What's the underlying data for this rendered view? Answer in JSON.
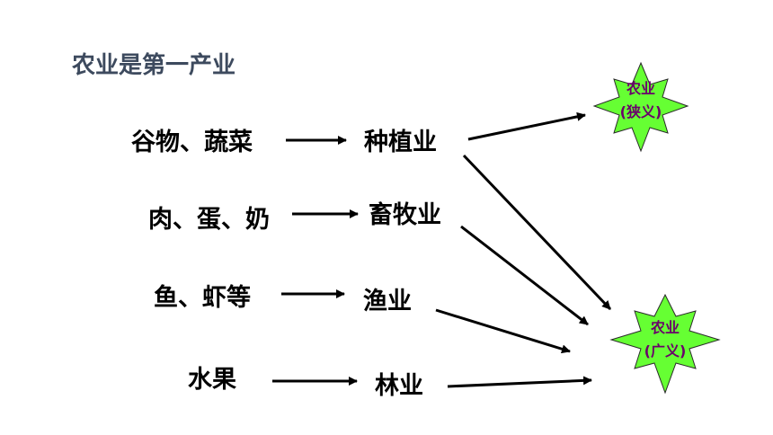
{
  "title": "农业是第一产业",
  "rows": [
    {
      "product": "谷物、蔬菜",
      "industry": "种植业"
    },
    {
      "product": "肉、蛋、奶",
      "industry": "畜牧业"
    },
    {
      "product": "鱼、虾等",
      "industry": "渔业"
    },
    {
      "product": "水果",
      "industry": "林业"
    }
  ],
  "targets": {
    "narrow": {
      "line1": "农业",
      "line2": "(狭义)"
    },
    "broad": {
      "line1": "农业",
      "line2": "(广义)"
    }
  },
  "colors": {
    "star_fill": "#66ff33",
    "star_text": "#6a006a",
    "title": "#3d4a5e"
  }
}
